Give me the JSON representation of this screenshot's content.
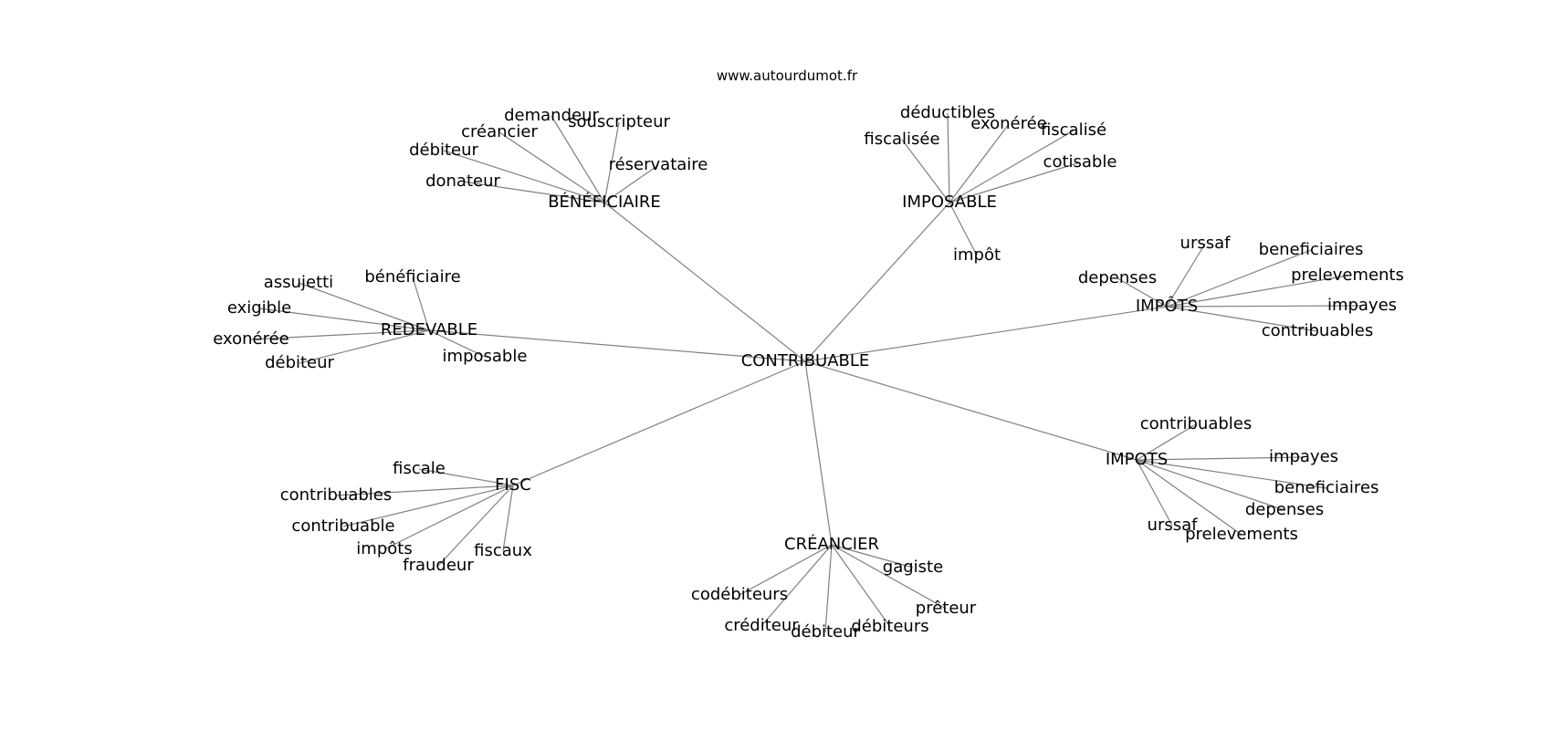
{
  "watermark": "www.autourdumot.fr",
  "graph": {
    "center": "CONTRIBUABLE",
    "hubs": [
      {
        "id": "beneficiaire",
        "label": "BÉNÉFICIAIRE",
        "leaves": [
          {
            "id": "demandeur",
            "label": "demandeur"
          },
          {
            "id": "souscripteur",
            "label": "souscripteur"
          },
          {
            "id": "creancier",
            "label": "créancier"
          },
          {
            "id": "debiteur",
            "label": "débiteur"
          },
          {
            "id": "reservataire",
            "label": "réservataire"
          },
          {
            "id": "donateur",
            "label": "donateur"
          }
        ]
      },
      {
        "id": "imposable",
        "label": "IMPOSABLE",
        "leaves": [
          {
            "id": "deductibles",
            "label": "déductibles"
          },
          {
            "id": "exoneree",
            "label": "exonérée"
          },
          {
            "id": "fiscalisee",
            "label": "fiscalisée"
          },
          {
            "id": "fiscalise",
            "label": "fiscalisé"
          },
          {
            "id": "cotisable",
            "label": "cotisable"
          },
          {
            "id": "impot",
            "label": "impôt"
          }
        ]
      },
      {
        "id": "impots-accent",
        "label": "IMPÔTS",
        "leaves": [
          {
            "id": "urssaf",
            "label": "urssaf"
          },
          {
            "id": "beneficiaires",
            "label": "beneficiaires"
          },
          {
            "id": "depenses",
            "label": "depenses"
          },
          {
            "id": "prelevements",
            "label": "prelevements"
          },
          {
            "id": "impayes",
            "label": "impayes"
          },
          {
            "id": "contribuables",
            "label": "contribuables"
          }
        ]
      },
      {
        "id": "redevable",
        "label": "REDEVABLE",
        "leaves": [
          {
            "id": "assujetti",
            "label": "assujetti"
          },
          {
            "id": "beneficiaire",
            "label": "bénéficiaire"
          },
          {
            "id": "exigible",
            "label": "exigible"
          },
          {
            "id": "exoneree",
            "label": "exonérée"
          },
          {
            "id": "debiteur",
            "label": "débiteur"
          },
          {
            "id": "imposable",
            "label": "imposable"
          }
        ]
      },
      {
        "id": "impots",
        "label": "IMPOTS",
        "leaves": [
          {
            "id": "contribuables",
            "label": "contribuables"
          },
          {
            "id": "impayes",
            "label": "impayes"
          },
          {
            "id": "beneficiaires",
            "label": "beneficiaires"
          },
          {
            "id": "depenses",
            "label": "depenses"
          },
          {
            "id": "urssaf",
            "label": "urssaf"
          },
          {
            "id": "prelevements",
            "label": "prelevements"
          }
        ]
      },
      {
        "id": "fisc",
        "label": "FISC",
        "leaves": [
          {
            "id": "fiscale",
            "label": "fiscale"
          },
          {
            "id": "contribuables",
            "label": "contribuables"
          },
          {
            "id": "contribuable",
            "label": "contribuable"
          },
          {
            "id": "impots",
            "label": "impôts"
          },
          {
            "id": "fraudeur",
            "label": "fraudeur"
          },
          {
            "id": "fiscaux",
            "label": "fiscaux"
          }
        ]
      },
      {
        "id": "creancier",
        "label": "CRÉANCIER",
        "leaves": [
          {
            "id": "gagiste",
            "label": "gagiste"
          },
          {
            "id": "codebiteurs",
            "label": "codébiteurs"
          },
          {
            "id": "preteur",
            "label": "prêteur"
          },
          {
            "id": "crediteur",
            "label": "créditeur"
          },
          {
            "id": "debiteur",
            "label": "débiteur"
          },
          {
            "id": "debiteurs",
            "label": "débiteurs"
          }
        ]
      }
    ]
  }
}
